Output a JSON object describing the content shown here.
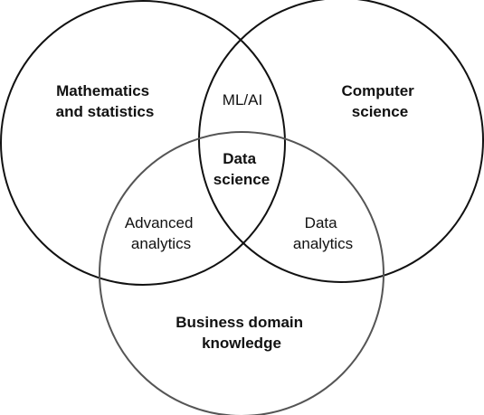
{
  "diagram": {
    "type": "venn",
    "colors": {
      "top_circles": "#111111",
      "bottom_circle": "#555555",
      "text": "#111111",
      "background": "#ffffff"
    },
    "circles": [
      {
        "id": "math",
        "lines": [
          "Mathematics",
          "and statistics"
        ],
        "bold": true
      },
      {
        "id": "cs",
        "lines": [
          "Computer",
          "science"
        ],
        "bold": true
      },
      {
        "id": "business",
        "lines": [
          "Business domain",
          "knowledge"
        ],
        "bold": true
      }
    ],
    "intersections": [
      {
        "id": "ml-ai",
        "lines": [
          "ML/AI"
        ],
        "bold": false
      },
      {
        "id": "data-science",
        "lines": [
          "Data",
          "science"
        ],
        "bold": true
      },
      {
        "id": "advanced-analytics",
        "lines": [
          "Advanced",
          "analytics"
        ],
        "bold": false
      },
      {
        "id": "data-analytics",
        "lines": [
          "Data",
          "analytics"
        ],
        "bold": false
      }
    ]
  }
}
